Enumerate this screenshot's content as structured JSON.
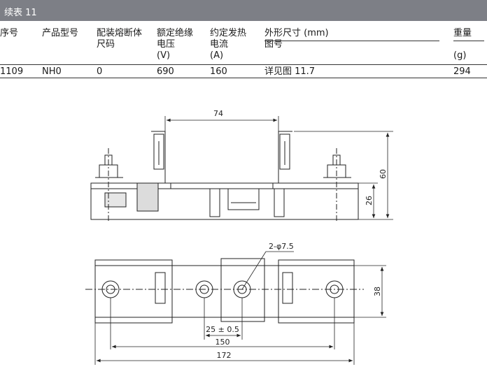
{
  "title": "续表 11",
  "table": {
    "headers": [
      {
        "lines": [
          "序号"
        ]
      },
      {
        "lines": [
          "产品型号"
        ]
      },
      {
        "lines": [
          "配装熔断体",
          "尺码"
        ]
      },
      {
        "lines": [
          "额定绝缘",
          "电压",
          "(V)"
        ]
      },
      {
        "lines": [
          "约定发热",
          "电流",
          "(A)"
        ]
      },
      {
        "lines": [
          "外形尺寸 (mm)",
          "图号"
        ]
      },
      {
        "lines": [
          "重量",
          "",
          "(g)"
        ]
      }
    ],
    "rows": [
      [
        "1109",
        "NH0",
        "0",
        "690",
        "160",
        "详见图 11.7",
        "294"
      ]
    ]
  },
  "drawing": {
    "top_view_dims": {
      "width": "74",
      "height_total": "60",
      "height_base": "26"
    },
    "bottom_view_dims": {
      "hole": "2-φ7.5",
      "pitch": "25 ± 0.5",
      "inner": "150",
      "overall": "172",
      "depth": "38"
    }
  }
}
